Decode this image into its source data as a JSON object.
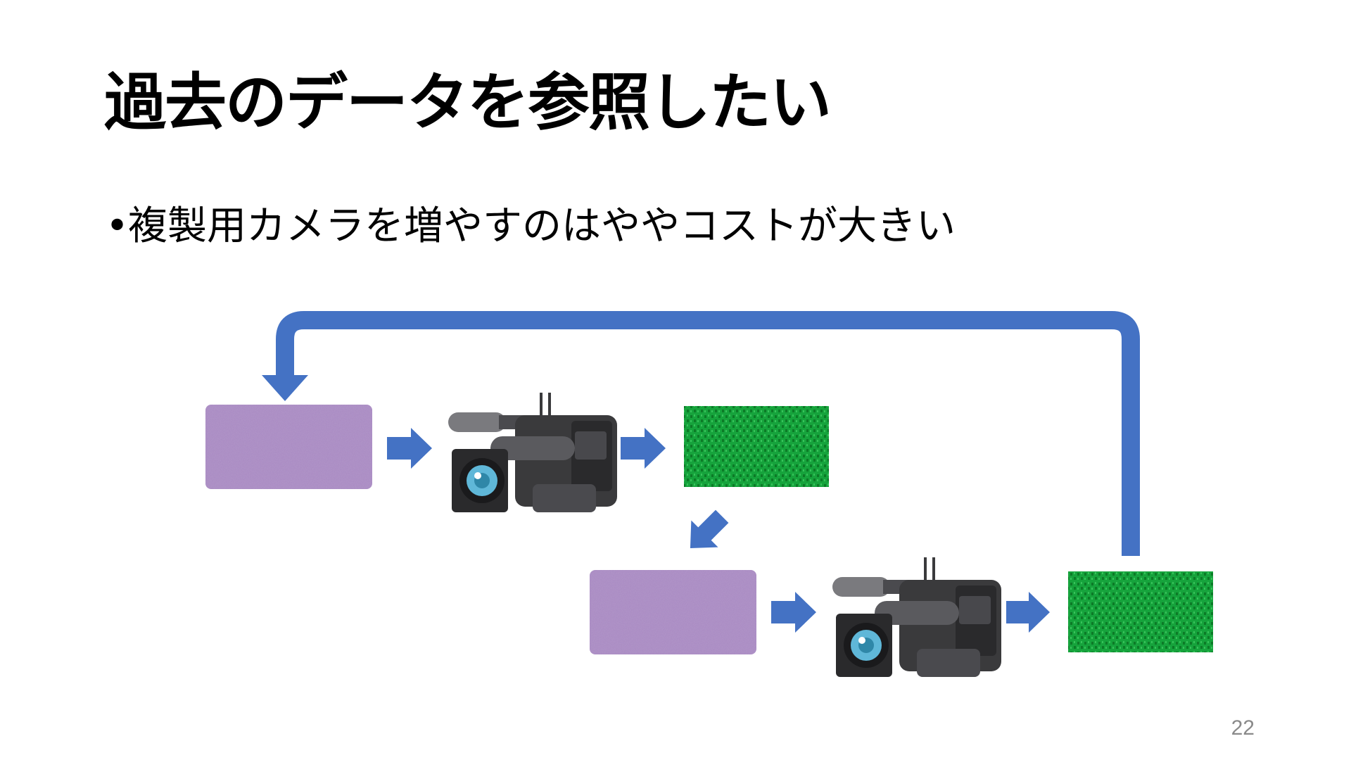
{
  "slide": {
    "title": "過去のデータを参照したい",
    "bullets": [
      "複製用カメラを増やすのはややコストが大きい"
    ],
    "page_number": "22"
  },
  "diagram": {
    "colors": {
      "arrow": "#4472c4",
      "source_box": "#a888c2",
      "data_box": "#16a33c",
      "data_box_dark": "#0c7a27",
      "camera_body": "#3a3a3c",
      "camera_lens": "#5fb7d8"
    },
    "nodes": [
      {
        "name": "source-box-1",
        "kind": "source"
      },
      {
        "name": "camera-1",
        "kind": "camera",
        "icon": "video-camera-icon"
      },
      {
        "name": "data-box-1",
        "kind": "data"
      },
      {
        "name": "source-box-2",
        "kind": "source"
      },
      {
        "name": "camera-2",
        "kind": "camera",
        "icon": "video-camera-icon"
      },
      {
        "name": "data-box-2",
        "kind": "data"
      }
    ],
    "edges": [
      {
        "from": "source-box-1",
        "to": "camera-1"
      },
      {
        "from": "camera-1",
        "to": "data-box-1"
      },
      {
        "from": "data-box-1",
        "to": "source-box-2"
      },
      {
        "from": "source-box-2",
        "to": "camera-2"
      },
      {
        "from": "camera-2",
        "to": "data-box-2"
      },
      {
        "from": "data-box-2",
        "to": "source-box-1",
        "style": "feedback-loop"
      }
    ]
  }
}
